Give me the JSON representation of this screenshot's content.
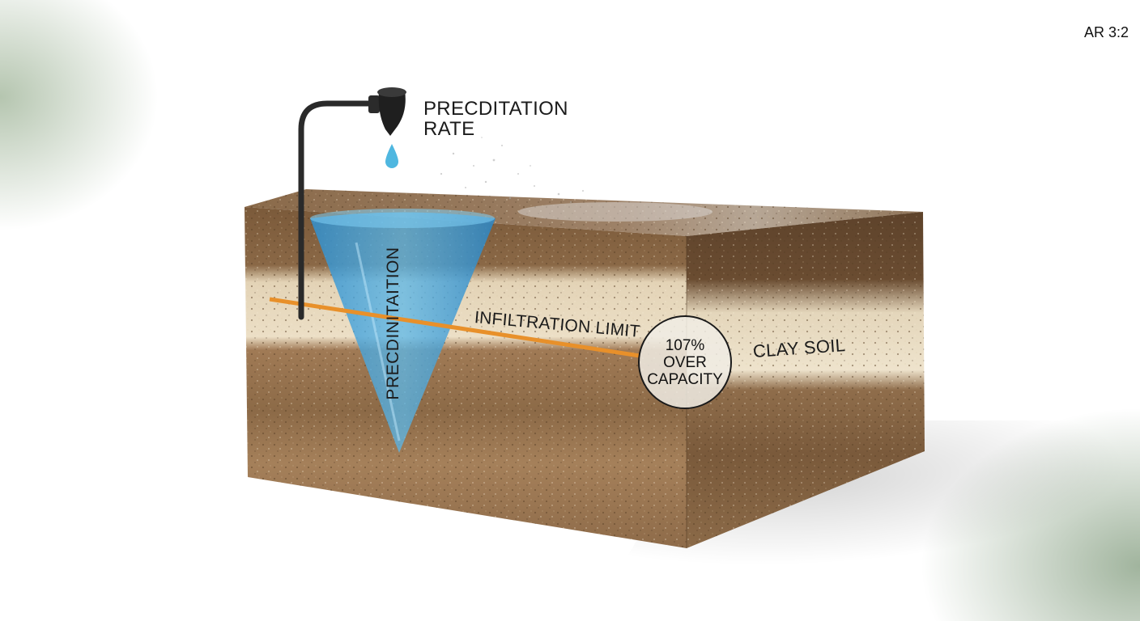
{
  "corner_label": "AR 3:2",
  "labels": {
    "precipitation_rate": "PRECDITATION RATE",
    "cone_label": "PRECDINITAITION",
    "infiltration_limit": "INFILTRATION LIMIT",
    "clay_soil": "CLAY SOIL"
  },
  "badge": {
    "value": "107%",
    "line2": "OVER",
    "line3": "CAPACITY"
  },
  "colors": {
    "topsoil": "#7a5a3c",
    "sand_band": "#e9dcc2",
    "subsoil": "#9a7452",
    "water_cone": "#3fa6de",
    "infiltration_line": "#e8902a",
    "sensor": "#2a2a2a"
  }
}
